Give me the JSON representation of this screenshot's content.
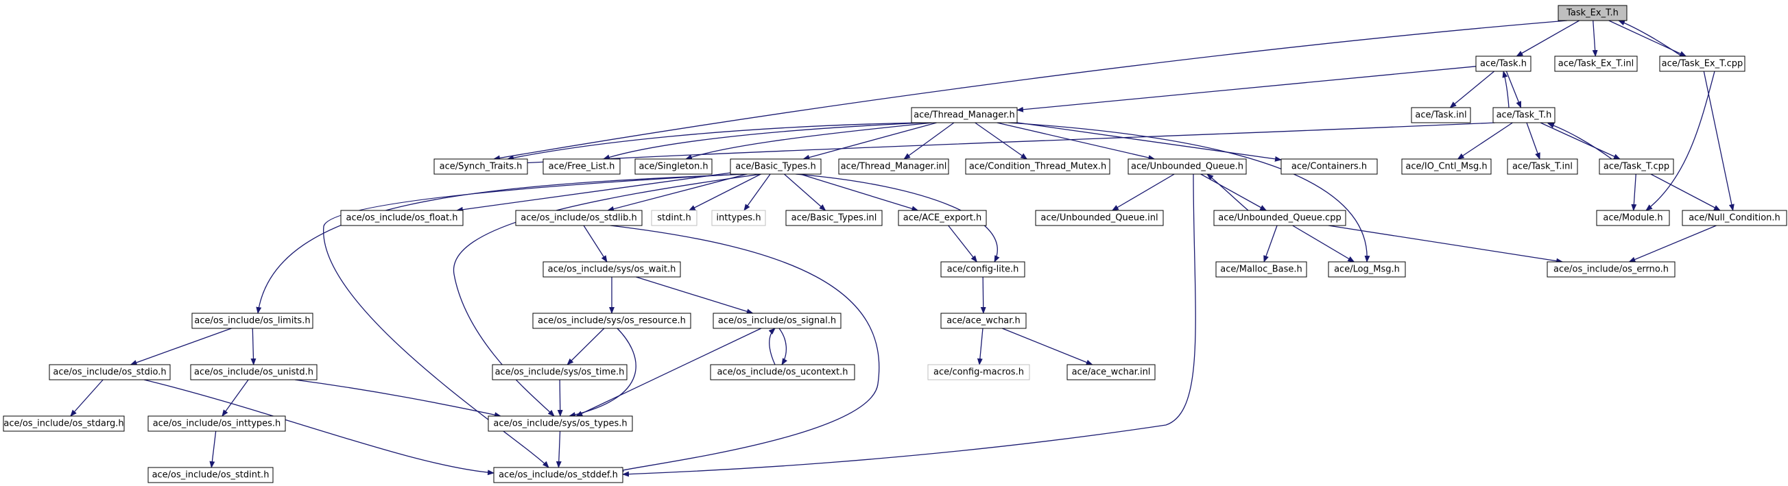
{
  "colors": {
    "edge": "#191970",
    "node_border": "#000000",
    "missing_border": "#bfbfbf",
    "root_fill": "#bfbfbf",
    "background": "#ffffff"
  },
  "nodes": [
    {
      "id": "task_ex_t_h",
      "label": "Task_Ex_T.h",
      "kind": "root"
    },
    {
      "id": "task_h",
      "label": "ace/Task.h"
    },
    {
      "id": "task_ex_t_inl",
      "label": "ace/Task_Ex_T.inl"
    },
    {
      "id": "task_ex_t_cpp",
      "label": "ace/Task_Ex_T.cpp"
    },
    {
      "id": "task_inl",
      "label": "ace/Task.inl"
    },
    {
      "id": "task_t_h",
      "label": "ace/Task_T.h"
    },
    {
      "id": "thread_manager_h",
      "label": "ace/Thread_Manager.h"
    },
    {
      "id": "synch_traits_h",
      "label": "ace/Synch_Traits.h"
    },
    {
      "id": "free_list_h",
      "label": "ace/Free_List.h"
    },
    {
      "id": "singleton_h",
      "label": "ace/Singleton.h"
    },
    {
      "id": "basic_types_h",
      "label": "ace/Basic_Types.h"
    },
    {
      "id": "thread_manager_inl",
      "label": "ace/Thread_Manager.inl"
    },
    {
      "id": "condition_thread_mutex_h",
      "label": "ace/Condition_Thread_Mutex.h"
    },
    {
      "id": "unbounded_queue_h",
      "label": "ace/Unbounded_Queue.h"
    },
    {
      "id": "containers_h",
      "label": "ace/Containers.h"
    },
    {
      "id": "io_cntl_msg_h",
      "label": "ace/IO_Cntl_Msg.h"
    },
    {
      "id": "task_t_inl",
      "label": "ace/Task_T.inl"
    },
    {
      "id": "task_t_cpp",
      "label": "ace/Task_T.cpp"
    },
    {
      "id": "os_float_h",
      "label": "ace/os_include/os_float.h"
    },
    {
      "id": "os_stdlib_h",
      "label": "ace/os_include/os_stdlib.h"
    },
    {
      "id": "stdint_h",
      "label": "stdint.h",
      "kind": "missing"
    },
    {
      "id": "inttypes_h",
      "label": "inttypes.h",
      "kind": "missing"
    },
    {
      "id": "basic_types_inl",
      "label": "ace/Basic_Types.inl"
    },
    {
      "id": "ace_export_h",
      "label": "ace/ACE_export.h"
    },
    {
      "id": "unbounded_queue_inl",
      "label": "ace/Unbounded_Queue.inl"
    },
    {
      "id": "unbounded_queue_cpp",
      "label": "ace/Unbounded_Queue.cpp"
    },
    {
      "id": "module_h",
      "label": "ace/Module.h"
    },
    {
      "id": "null_condition_h",
      "label": "ace/Null_Condition.h"
    },
    {
      "id": "os_wait_h",
      "label": "ace/os_include/sys/os_wait.h"
    },
    {
      "id": "config_lite_h",
      "label": "ace/config-lite.h"
    },
    {
      "id": "malloc_base_h",
      "label": "ace/Malloc_Base.h"
    },
    {
      "id": "log_msg_h",
      "label": "ace/Log_Msg.h"
    },
    {
      "id": "os_errno_h",
      "label": "ace/os_include/os_errno.h"
    },
    {
      "id": "os_limits_h",
      "label": "ace/os_include/os_limits.h"
    },
    {
      "id": "os_resource_h",
      "label": "ace/os_include/sys/os_resource.h"
    },
    {
      "id": "os_signal_h",
      "label": "ace/os_include/os_signal.h"
    },
    {
      "id": "ace_wchar_h",
      "label": "ace/ace_wchar.h"
    },
    {
      "id": "os_stdio_h",
      "label": "ace/os_include/os_stdio.h"
    },
    {
      "id": "os_unistd_h",
      "label": "ace/os_include/os_unistd.h"
    },
    {
      "id": "os_time_h",
      "label": "ace/os_include/sys/os_time.h"
    },
    {
      "id": "os_ucontext_h",
      "label": "ace/os_include/os_ucontext.h"
    },
    {
      "id": "config_macros_h",
      "label": "ace/config-macros.h",
      "kind": "missing"
    },
    {
      "id": "ace_wchar_inl",
      "label": "ace/ace_wchar.inl"
    },
    {
      "id": "os_stdarg_h",
      "label": "ace/os_include/os_stdarg.h"
    },
    {
      "id": "os_inttypes_h",
      "label": "ace/os_include/os_inttypes.h"
    },
    {
      "id": "os_types_h",
      "label": "ace/os_include/sys/os_types.h"
    },
    {
      "id": "os_stdint_h",
      "label": "ace/os_include/os_stdint.h"
    },
    {
      "id": "os_stddef_h",
      "label": "ace/os_include/os_stddef.h"
    }
  ],
  "edges": [
    [
      "task_ex_t_h",
      "task_h"
    ],
    [
      "task_ex_t_h",
      "task_ex_t_inl"
    ],
    [
      "task_ex_t_h",
      "task_ex_t_cpp"
    ],
    [
      "task_ex_t_h",
      "synch_traits_h"
    ],
    [
      "task_ex_t_cpp",
      "task_ex_t_h"
    ],
    [
      "task_ex_t_cpp",
      "module_h"
    ],
    [
      "task_ex_t_cpp",
      "null_condition_h"
    ],
    [
      "task_h",
      "task_inl"
    ],
    [
      "task_h",
      "task_t_h"
    ],
    [
      "task_h",
      "thread_manager_h"
    ],
    [
      "task_t_h",
      "task_h"
    ],
    [
      "task_t_h",
      "synch_traits_h"
    ],
    [
      "task_t_h",
      "io_cntl_msg_h"
    ],
    [
      "task_t_h",
      "task_t_inl"
    ],
    [
      "task_t_h",
      "task_t_cpp"
    ],
    [
      "task_t_cpp",
      "task_t_h"
    ],
    [
      "task_t_cpp",
      "module_h"
    ],
    [
      "task_t_cpp",
      "null_condition_h"
    ],
    [
      "thread_manager_h",
      "synch_traits_h"
    ],
    [
      "thread_manager_h",
      "free_list_h"
    ],
    [
      "thread_manager_h",
      "singleton_h"
    ],
    [
      "thread_manager_h",
      "basic_types_h"
    ],
    [
      "thread_manager_h",
      "thread_manager_inl"
    ],
    [
      "thread_manager_h",
      "condition_thread_mutex_h"
    ],
    [
      "thread_manager_h",
      "unbounded_queue_h"
    ],
    [
      "thread_manager_h",
      "containers_h"
    ],
    [
      "thread_manager_h",
      "log_msg_h"
    ],
    [
      "basic_types_h",
      "os_limits_h"
    ],
    [
      "basic_types_h",
      "os_float_h"
    ],
    [
      "basic_types_h",
      "os_stdlib_h"
    ],
    [
      "basic_types_h",
      "stdint_h"
    ],
    [
      "basic_types_h",
      "inttypes_h"
    ],
    [
      "basic_types_h",
      "basic_types_inl"
    ],
    [
      "basic_types_h",
      "ace_export_h"
    ],
    [
      "basic_types_h",
      "config_lite_h"
    ],
    [
      "basic_types_h",
      "os_types_h"
    ],
    [
      "basic_types_h",
      "os_stddef_h"
    ],
    [
      "os_stdlib_h",
      "os_wait_h"
    ],
    [
      "os_stdlib_h",
      "os_stddef_h"
    ],
    [
      "os_wait_h",
      "os_resource_h"
    ],
    [
      "os_wait_h",
      "os_signal_h"
    ],
    [
      "os_resource_h",
      "os_time_h"
    ],
    [
      "os_resource_h",
      "os_types_h"
    ],
    [
      "os_signal_h",
      "os_ucontext_h"
    ],
    [
      "os_signal_h",
      "os_types_h"
    ],
    [
      "os_ucontext_h",
      "os_signal_h"
    ],
    [
      "os_time_h",
      "os_types_h"
    ],
    [
      "os_types_h",
      "os_stddef_h"
    ],
    [
      "ace_export_h",
      "config_lite_h"
    ],
    [
      "config_lite_h",
      "ace_wchar_h"
    ],
    [
      "ace_wchar_h",
      "config_macros_h"
    ],
    [
      "ace_wchar_h",
      "ace_wchar_inl"
    ],
    [
      "unbounded_queue_h",
      "unbounded_queue_inl"
    ],
    [
      "unbounded_queue_h",
      "unbounded_queue_cpp"
    ],
    [
      "unbounded_queue_h",
      "os_stddef_h"
    ],
    [
      "unbounded_queue_cpp",
      "unbounded_queue_h"
    ],
    [
      "unbounded_queue_cpp",
      "malloc_base_h"
    ],
    [
      "unbounded_queue_cpp",
      "log_msg_h"
    ],
    [
      "unbounded_queue_cpp",
      "os_errno_h"
    ],
    [
      "null_condition_h",
      "os_errno_h"
    ],
    [
      "os_limits_h",
      "os_stdio_h"
    ],
    [
      "os_limits_h",
      "os_unistd_h"
    ],
    [
      "os_stdio_h",
      "os_stdarg_h"
    ],
    [
      "os_stdio_h",
      "os_stddef_h"
    ],
    [
      "os_unistd_h",
      "os_inttypes_h"
    ],
    [
      "os_unistd_h",
      "os_types_h"
    ],
    [
      "os_inttypes_h",
      "os_stdint_h"
    ]
  ]
}
